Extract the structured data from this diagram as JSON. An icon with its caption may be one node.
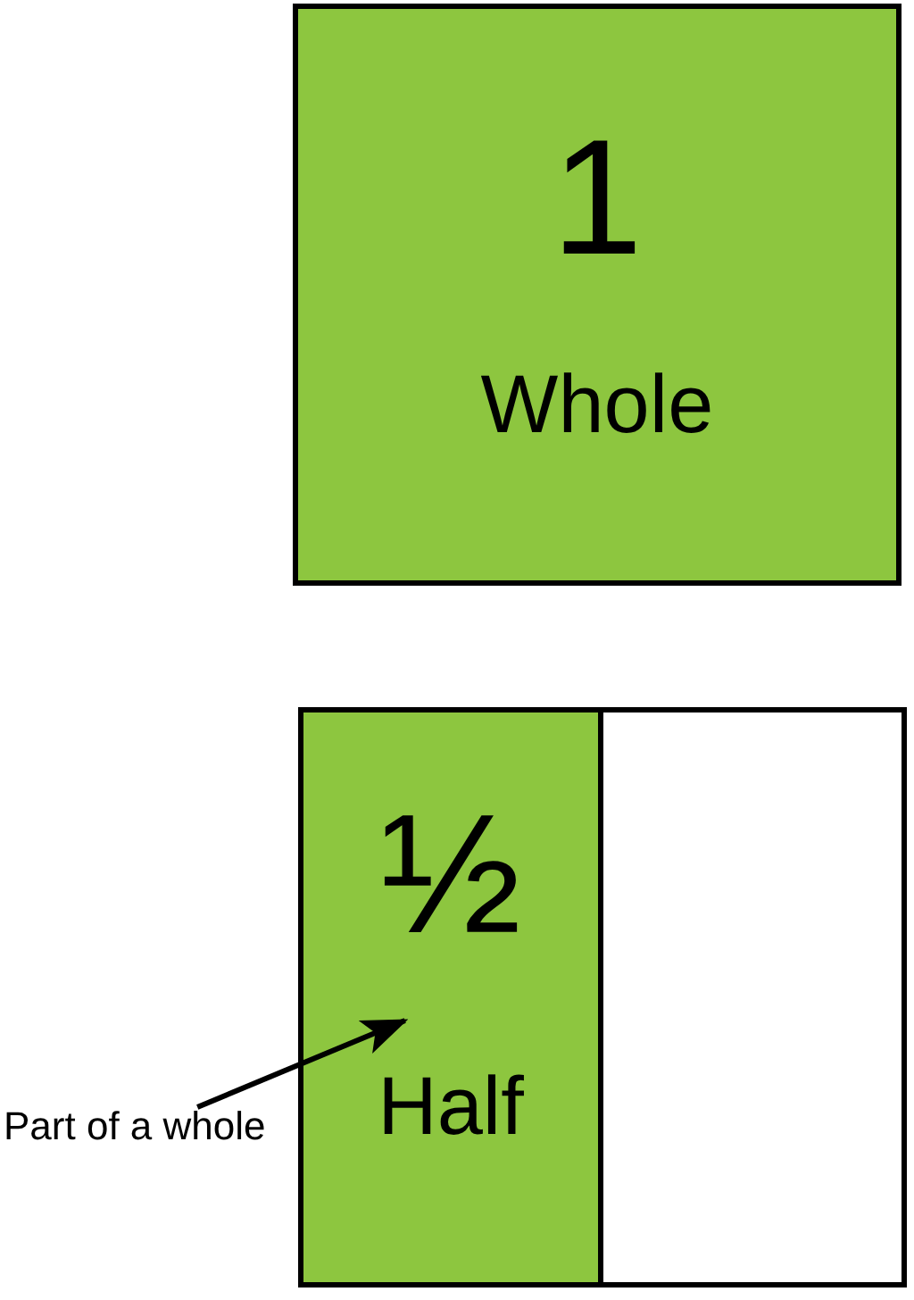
{
  "diagram": {
    "nodes": [
      {
        "text": [
          "1",
          "Whole"
        ]
      },
      {
        "text": [
          "½",
          "Half"
        ]
      },
      {
        "text": [],
        "shape": "box"
      },
      {
        "text": [
          "Part of a whole"
        ]
      }
    ],
    "edges": [
      {
        "from": 3,
        "to": 1,
        "arrow": "to"
      }
    ]
  }
}
